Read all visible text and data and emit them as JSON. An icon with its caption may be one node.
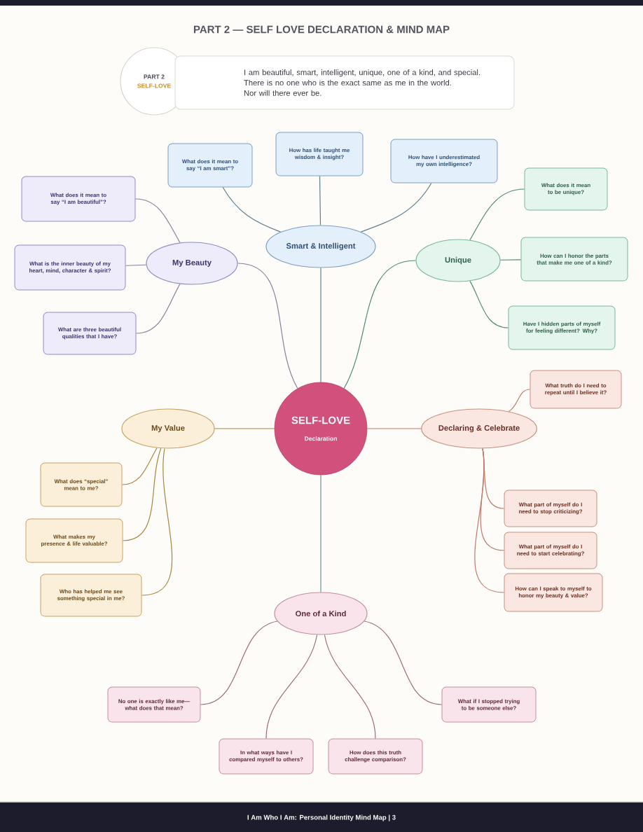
{
  "diagram": {
    "title": "PART 2 — SELF LOVE DECLARATION & MIND MAP",
    "nodes": [
      {
        "text": [
          "PART 2",
          "SELF-LOVE"
        ]
      },
      {
        "text": [
          "I am beautiful, smart, intelligent, unique, one of a kind, and special.",
          "There is no one who is the exact same as me in the world.",
          "Nor will there ever be."
        ]
      },
      {
        "text": [
          "SELF-LOVE",
          "Declaration"
        ]
      },
      {
        "text": [
          "Smart & Intelligent"
        ]
      },
      {
        "text": [
          "What does it mean to say “I am smart”?"
        ]
      },
      {
        "text": [
          "How has life taught me wisdom & insight?"
        ]
      },
      {
        "text": [
          "How have I underestimated my own intelligence?"
        ]
      },
      {
        "text": [
          "My Beauty"
        ]
      },
      {
        "text": [
          "What does it mean to say “I am beautiful”?"
        ]
      },
      {
        "text": [
          "What is the inner beauty of my heart, mind, character & spirit?"
        ]
      },
      {
        "text": [
          "What are three beautiful qualities that I have?"
        ]
      },
      {
        "text": [
          "Unique"
        ]
      },
      {
        "text": [
          "What does it mean to be unique?"
        ]
      },
      {
        "text": [
          "How can I honor the parts that make me one of a kind?"
        ]
      },
      {
        "text": [
          "Have I hidden parts of myself for feeling different? Why?"
        ]
      },
      {
        "text": [
          "My Value"
        ]
      },
      {
        "text": [
          "What does “special” mean to me?"
        ]
      },
      {
        "text": [
          "What makes my presence & life valuable?"
        ]
      },
      {
        "text": [
          "Who has helped me see something special in me?"
        ]
      },
      {
        "text": [
          "Declaring & Celebrate"
        ]
      },
      {
        "text": [
          "What truth do I need to repeat until I believe it?"
        ]
      },
      {
        "text": [
          "What part of myself do I need to stop criticizing?"
        ]
      },
      {
        "text": [
          "What part of myself do I need to start celebrating?"
        ]
      },
      {
        "text": [
          "How can I speak to myself to honor my beauty & value?"
        ]
      },
      {
        "text": [
          "One of a Kind"
        ]
      },
      {
        "text": [
          "No one is exactly like me—what does that mean?"
        ]
      },
      {
        "text": [
          "In what ways have I compared myself to others?"
        ]
      },
      {
        "text": [
          "How does this truth challenge comparison?"
        ]
      },
      {
        "text": [
          "What if I stopped trying to be someone else?"
        ]
      }
    ],
    "edges": [
      {
        "from": 2,
        "to": 3,
        "arrow": "none",
        "color": "#5f7f8f"
      },
      {
        "from": 3,
        "to": 4,
        "arrow": "none",
        "color": "#5f7f8f"
      },
      {
        "from": 3,
        "to": 5,
        "arrow": "none",
        "color": "#5f7f8f"
      },
      {
        "from": 3,
        "to": 6,
        "arrow": "none",
        "color": "#5f7f8f"
      },
      {
        "from": 2,
        "to": 7,
        "arrow": "none",
        "color": "#8a7f9a"
      },
      {
        "from": 7,
        "to": 8,
        "arrow": "none",
        "color": "#8a7f9a"
      },
      {
        "from": 7,
        "to": 9,
        "arrow": "none",
        "color": "#8a7f9a"
      },
      {
        "from": 7,
        "to": 10,
        "arrow": "none",
        "color": "#8a7f9a"
      },
      {
        "from": 2,
        "to": 11,
        "arrow": "none",
        "color": "#4f8a6e"
      },
      {
        "from": 11,
        "to": 12,
        "arrow": "none",
        "color": "#4f8a6e"
      },
      {
        "from": 11,
        "to": 13,
        "arrow": "none",
        "color": "#4f8a6e"
      },
      {
        "from": 11,
        "to": 14,
        "arrow": "none",
        "color": "#4f8a6e"
      },
      {
        "from": 2,
        "to": 15,
        "arrow": "none",
        "color": "#a8863c"
      },
      {
        "from": 15,
        "to": 16,
        "arrow": "none",
        "color": "#a8863c"
      },
      {
        "from": 15,
        "to": 17,
        "arrow": "none",
        "color": "#a8863c"
      },
      {
        "from": 15,
        "to": 18,
        "arrow": "none",
        "color": "#a8863c"
      },
      {
        "from": 2,
        "to": 19,
        "arrow": "none",
        "color": "#c0786a"
      },
      {
        "from": 19,
        "to": 20,
        "arrow": "none",
        "color": "#c0786a"
      },
      {
        "from": 19,
        "to": 21,
        "arrow": "none",
        "color": "#c0786a"
      },
      {
        "from": 19,
        "to": 22,
        "arrow": "none",
        "color": "#c0786a"
      },
      {
        "from": 19,
        "to": 23,
        "arrow": "none",
        "color": "#c0786a"
      },
      {
        "from": 2,
        "to": 24,
        "arrow": "none",
        "color": "#6f8f9a"
      },
      {
        "from": 24,
        "to": 25,
        "arrow": "none",
        "color": "#a06a7e"
      },
      {
        "from": 24,
        "to": 26,
        "arrow": "none",
        "color": "#a06a7e"
      },
      {
        "from": 24,
        "to": 27,
        "arrow": "none",
        "color": "#a06a7e"
      },
      {
        "from": 24,
        "to": 28,
        "arrow": "none",
        "color": "#a06a7e"
      }
    ],
    "labels": [
      "I Am Who I Am: Personal Identity Mind Map | 3"
    ]
  }
}
